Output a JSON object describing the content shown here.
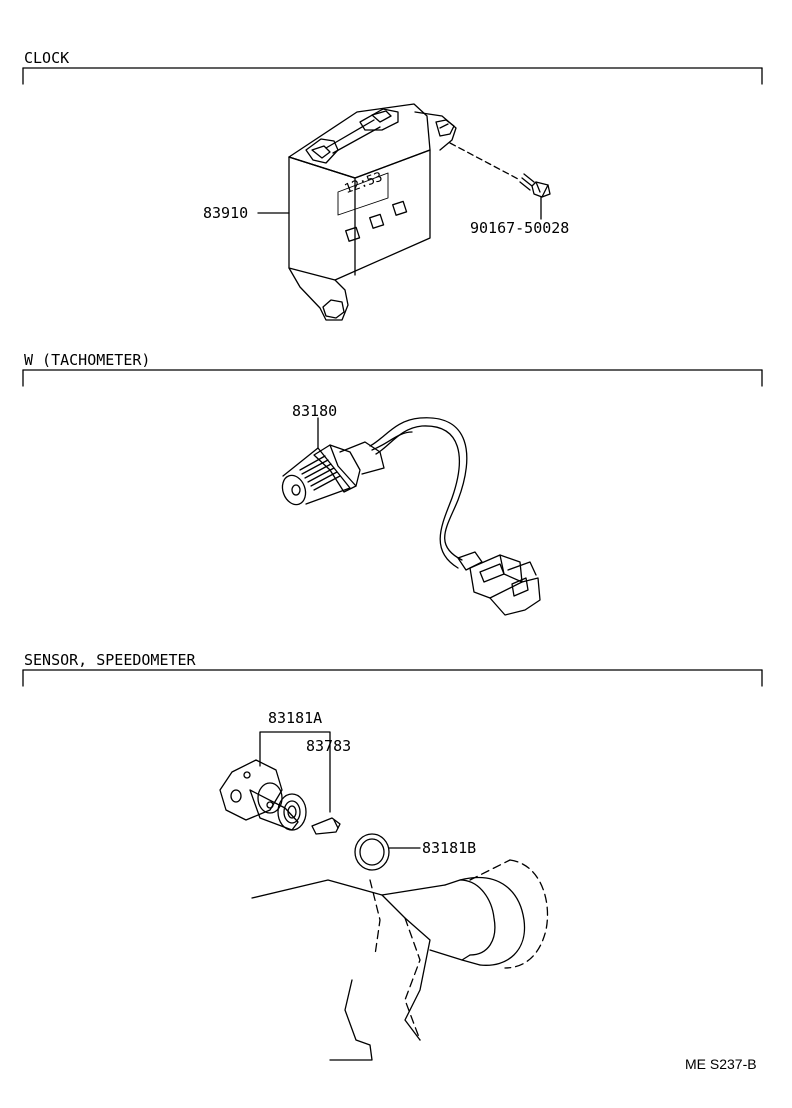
{
  "sections": [
    {
      "title": "CLOCK",
      "parts": [
        "83910",
        "90167-50028"
      ]
    },
    {
      "title": "W (TACHOMETER)",
      "parts": [
        "83180"
      ]
    },
    {
      "title": "SENSOR, SPEEDOMETER",
      "parts": [
        "83181A",
        "83783",
        "83181B"
      ]
    }
  ],
  "clock_display": "12:53",
  "footer": {
    "code": "ME S237-B"
  }
}
